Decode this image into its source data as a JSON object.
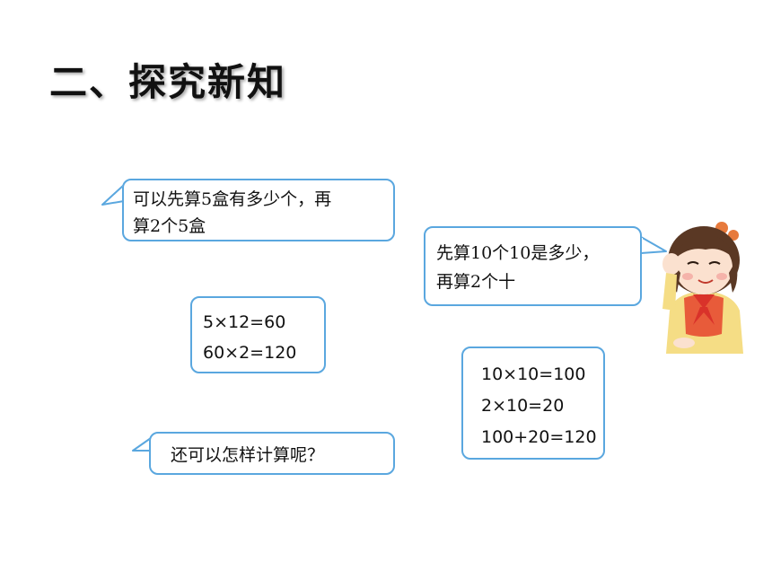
{
  "title": "二、探究新知",
  "bubbles": {
    "first": {
      "line1": "可以先算5盒有多少个，再",
      "line2": "算2个5盒"
    },
    "second": {
      "line1": "先算10个10是多少，",
      "line2": "再算2个十"
    },
    "question": "还可以怎样计算呢？"
  },
  "calc_left": [
    "5×12=60",
    "60×2=120"
  ],
  "calc_right": [
    "10×10=100",
    "2×10=20",
    "100+20=120"
  ],
  "colors": {
    "border": "#5aa7df",
    "text": "#111111"
  },
  "icons": {
    "girl": "girl-thinking-illustration"
  }
}
